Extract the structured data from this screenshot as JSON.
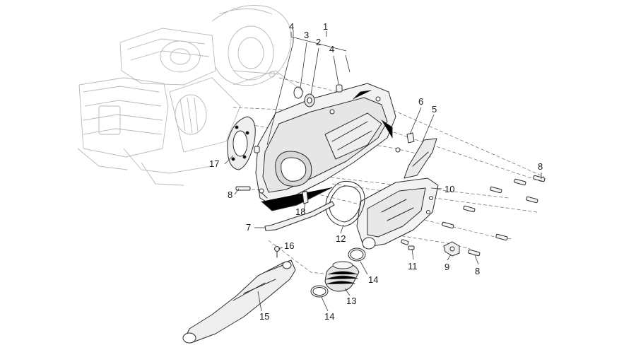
{
  "callouts": {
    "c1": "1",
    "c2": "2",
    "c3": "3",
    "c4a": "4",
    "c4b": "4",
    "c5": "5",
    "c6": "6",
    "c7": "7",
    "c8a": "8",
    "c8b": "8",
    "c8c": "8",
    "c9": "9",
    "c10": "10",
    "c11": "11",
    "c12": "12",
    "c13": "13",
    "c14a": "14",
    "c14b": "14",
    "c15": "15",
    "c16": "16",
    "c17": "17",
    "c18": "18"
  },
  "colors": {
    "ink": "#2b2b2b",
    "ghost": "#b9b9b9",
    "fill_light": "#f2f2f2",
    "fill_mid": "#e2e2e2"
  }
}
